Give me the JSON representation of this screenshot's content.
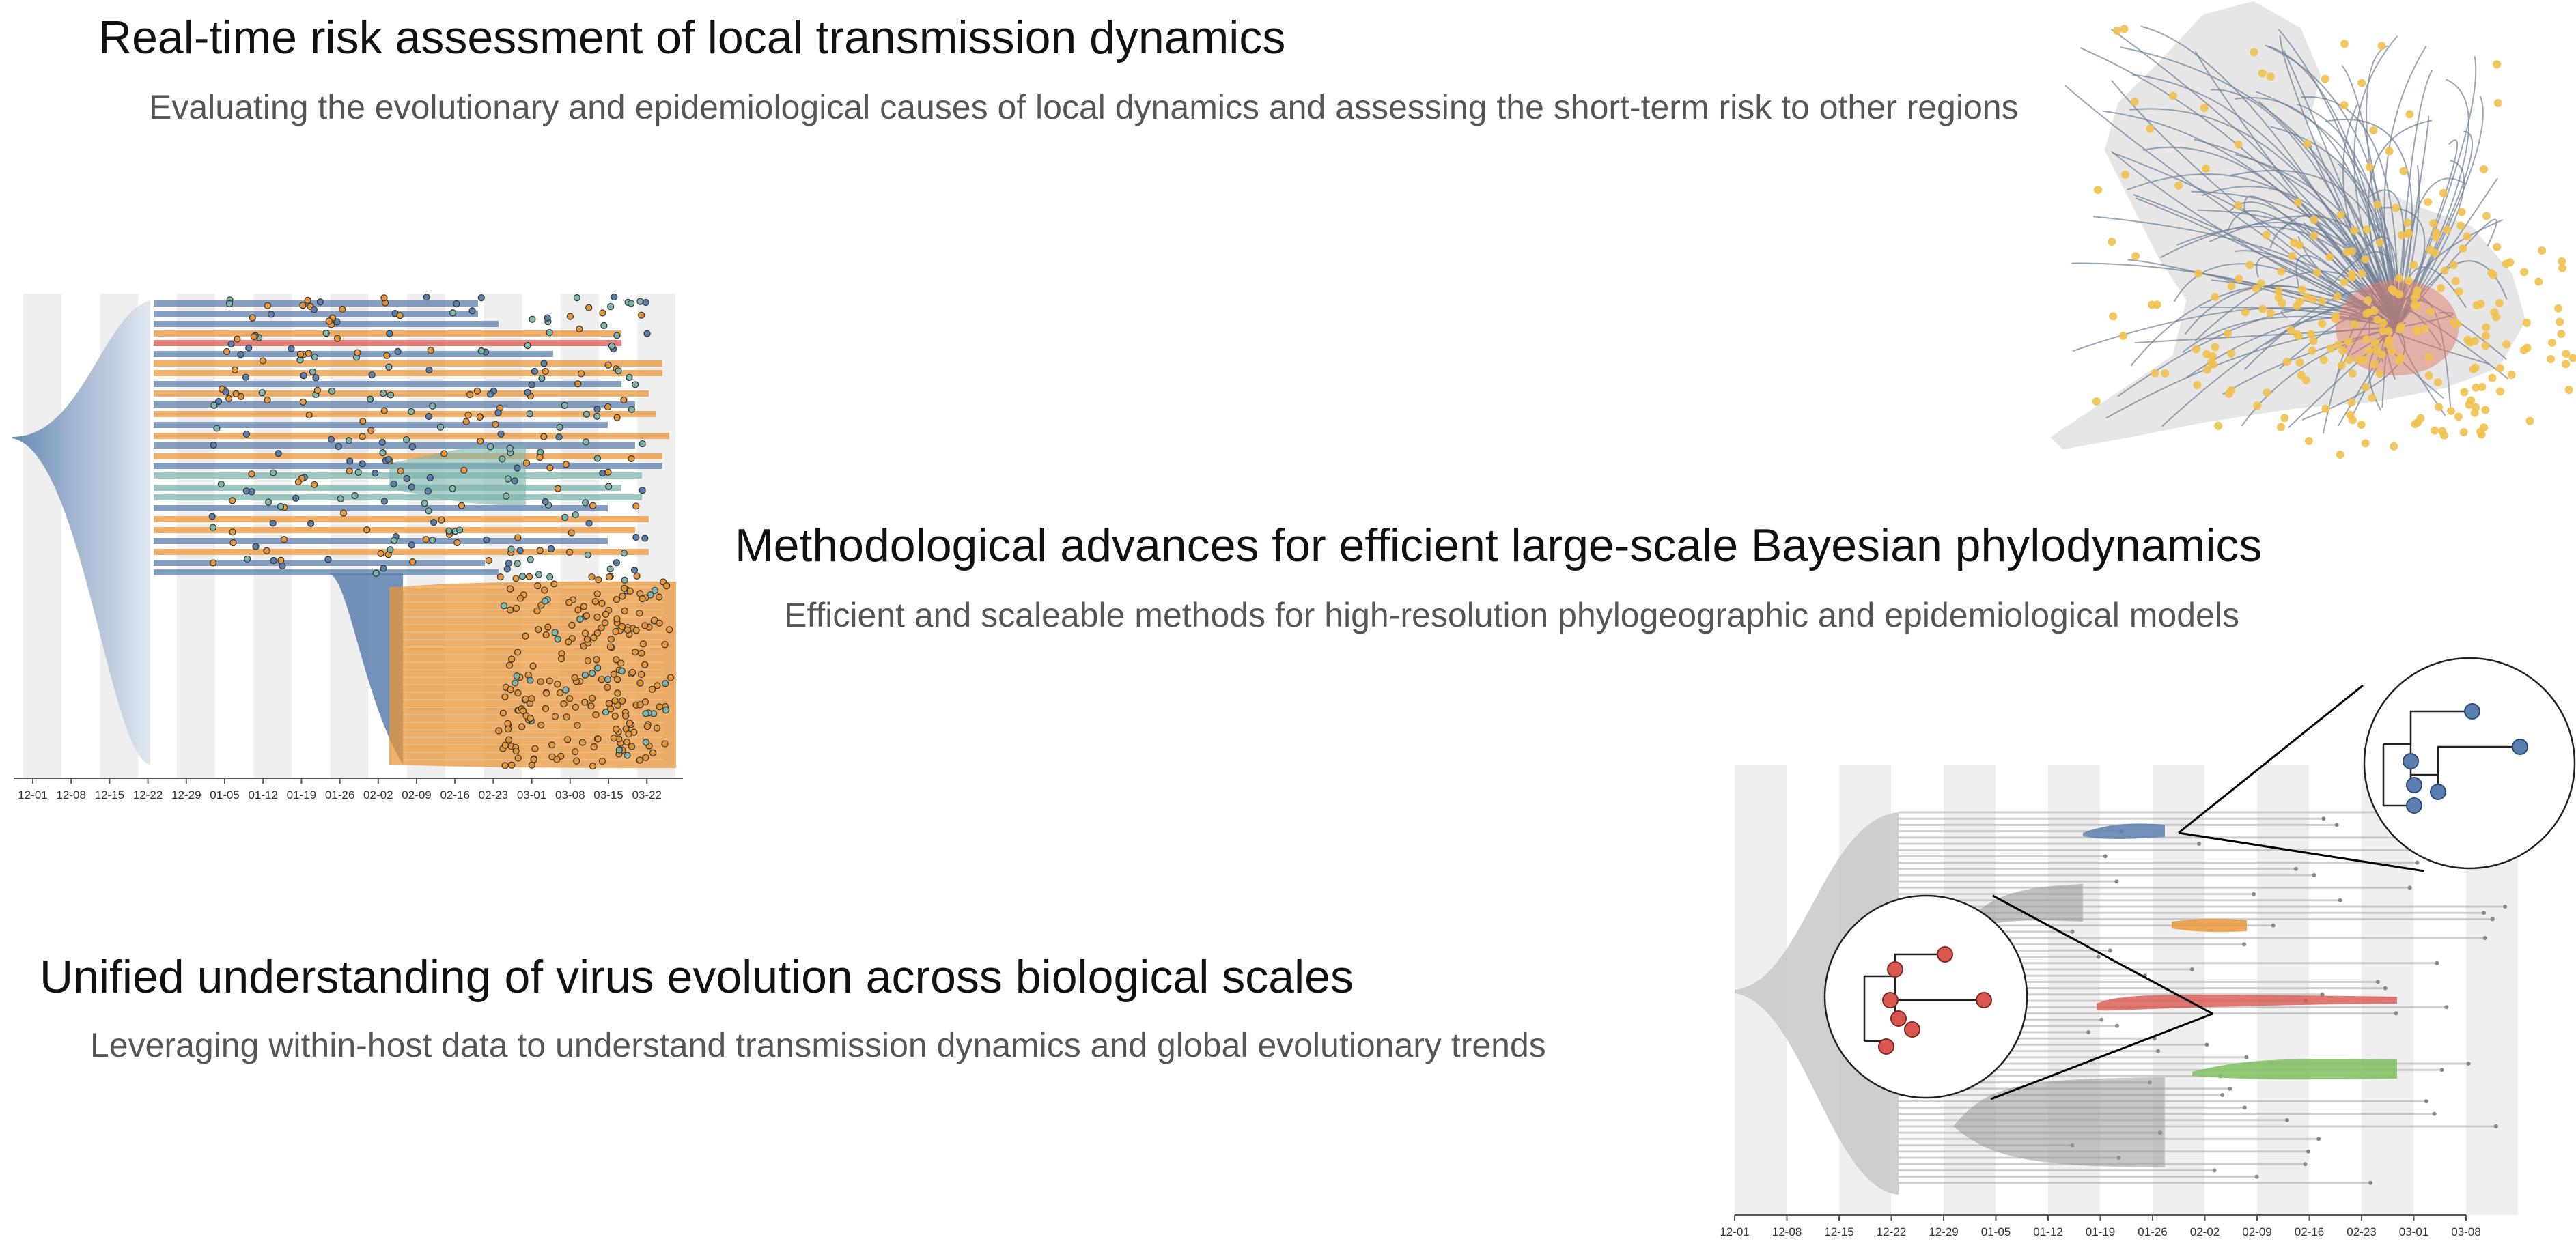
{
  "sections": [
    {
      "title": "Real-time risk assessment of local transmission dynamics",
      "subtitle": "Evaluating the evolutionary and epidemiological causes of local dynamics and assessing the short-term risk to other regions"
    },
    {
      "title": "Methodological advances for efficient large-scale Bayesian phylodynamics",
      "subtitle": "Efficient and scaleable methods for high-resolution phylogeographic and epidemiological models"
    },
    {
      "title": "Unified understanding of virus evolution across biological scales",
      "subtitle": "Leveraging within-host data to understand transmission dynamics and global evolutionary trends"
    }
  ],
  "figures": {
    "tree_left": {
      "ticks": [
        "12-01",
        "12-08",
        "12-15",
        "12-22",
        "12-29",
        "01-05",
        "01-12",
        "01-19",
        "01-26",
        "02-02",
        "02-09",
        "02-16",
        "02-23",
        "03-01",
        "03-08",
        "03-15",
        "03-22"
      ]
    },
    "tree_right": {
      "ticks": [
        "12-01",
        "12-08",
        "12-15",
        "12-22",
        "12-29",
        "01-05",
        "01-12",
        "01-19",
        "01-26",
        "02-02",
        "02-09",
        "02-16",
        "02-23",
        "03-01",
        "03-08"
      ]
    },
    "map": {}
  },
  "colors": {
    "blue": "#5b7fae",
    "orange": "#e8963a",
    "teal": "#7db5ad",
    "red": "#d9574f",
    "grey": "#a9a9a9",
    "green": "#7fbf5f",
    "map_points": "#f2c14e",
    "map_links": "#6f7f96",
    "band": "#efefef"
  }
}
